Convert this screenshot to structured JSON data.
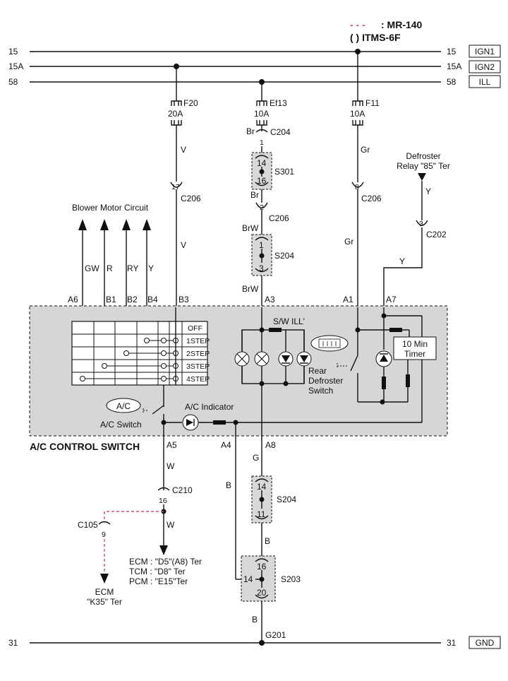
{
  "legend": {
    "dash_prefix": "- - -",
    "dash_text": ": MR-140",
    "paren_text": "(   ) ITMS-6F",
    "dash_color": "#d04a8a"
  },
  "buses": [
    {
      "left_label": "15",
      "right_label": "15",
      "tag": "IGN1"
    },
    {
      "left_label": "15A",
      "right_label": "15A",
      "tag": "IGN2"
    },
    {
      "left_label": "58",
      "right_label": "58",
      "tag": "ILL"
    },
    {
      "left_label": "31",
      "right_label": "31",
      "tag": "GND"
    }
  ],
  "fuses": [
    {
      "name": "F20",
      "rating": "20A"
    },
    {
      "name": "Ef13",
      "rating": "10A"
    },
    {
      "name": "F11",
      "rating": "10A"
    }
  ],
  "wire_colors": {
    "v_upper": "V",
    "v_lower": "V",
    "br_upper": "Br",
    "br_lower": "Br",
    "brw_upper": "BrW",
    "brw_lower": "BrW",
    "gr_upper": "Gr",
    "gr_lower": "Gr",
    "y_upper": "Y",
    "y_lower": "Y",
    "gw": "GW",
    "r": "R",
    "ry": "RY",
    "y_blower": "Y",
    "w_a5": "W",
    "w_ecm": "W",
    "b_a4": "B",
    "g_a8": "G",
    "b_s204": "B",
    "b_gnd": "B"
  },
  "connectors": {
    "c206_v_pin": "17",
    "c206_v_name": "C206",
    "c204_pin": "1",
    "c204_name": "C204",
    "c206_br_pin": "2",
    "c206_br_name": "C206",
    "c206_gr_pin": "8",
    "c206_gr_name": "C206",
    "c202_pin": "3",
    "c202_name": "C202",
    "c210_pin": "16",
    "c210_name": "C210",
    "c105_pin": "9",
    "c105_name": "C105"
  },
  "splices": {
    "s301": {
      "name": "S301",
      "top": "14",
      "bottom": "16"
    },
    "s204a": {
      "name": "S204",
      "top": "1",
      "bottom": "3"
    },
    "s204b": {
      "name": "S204",
      "top": "14",
      "bottom": "11"
    },
    "s203": {
      "name": "S203",
      "top": "16",
      "left": "14",
      "bottom": "20"
    }
  },
  "blower": {
    "title": "Blower Motor Circuit",
    "steps": [
      "OFF",
      "1STEP",
      "2STEP",
      "3STEP",
      "4STEP"
    ]
  },
  "pins": {
    "a6": "A6",
    "b1": "B1",
    "b2": "B2",
    "b4": "B4",
    "b3": "B3",
    "a3": "A3",
    "a1": "A1",
    "a7": "A7",
    "a5": "A5",
    "a4": "A4",
    "a8": "A8"
  },
  "module": {
    "title": "A/C CONTROL SWITCH",
    "sw_ill": "S/W ILL'",
    "ac_button": "A/C",
    "ac_switch": "A/C Switch",
    "ac_indicator": "A/C Indicator",
    "rear_defroster": [
      "Rear",
      "Defroster",
      "Switch"
    ],
    "timer": [
      "10 Min",
      "Timer"
    ]
  },
  "defroster_relay": [
    "Defroster",
    "Relay \"85\" Ter"
  ],
  "ecm_targets": [
    "ECM : \"D5\"(A8) Ter",
    "TCM : \"D8\" Ter",
    "PCM : \"E15\"Ter"
  ],
  "ecm_k35": [
    "ECM",
    "\"K35\" Ter"
  ],
  "ground": "G201"
}
